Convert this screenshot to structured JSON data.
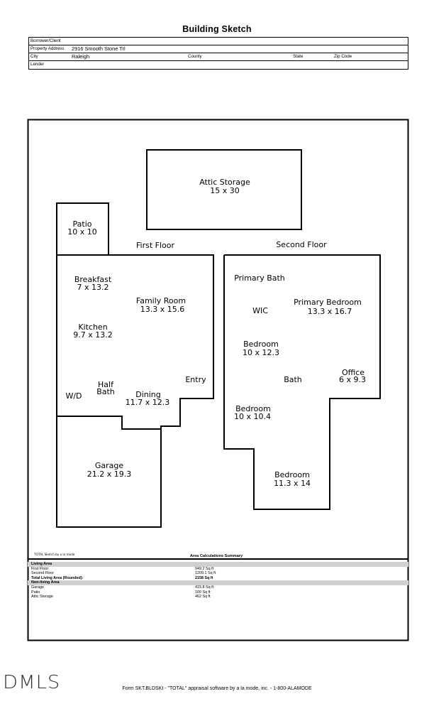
{
  "title": "Building Sketch",
  "header": {
    "borrower_label": "Borrower/Client",
    "borrower_value": "",
    "address_label": "Property Address",
    "address_value": "2916 Smooth Stone Trl",
    "city_label": "City",
    "city_value": "Raleigh",
    "county_label": "County",
    "state_label": "State",
    "zip_label": "Zip Code",
    "lender_label": "Lender"
  },
  "sketch": {
    "floor_labels": {
      "first": "First Floor",
      "second": "Second Floor"
    },
    "rooms": {
      "attic_name": "Attic Storage",
      "attic_dims": "15 x 30",
      "patio_name": "Patio",
      "patio_dims": "10 x 10",
      "breakfast_name": "Breakfast",
      "breakfast_dims": "7 x 13.2",
      "family_name": "Family Room",
      "family_dims": "13.3 x 15.6",
      "kitchen_name": "Kitchen",
      "kitchen_dims": "9.7 x 13.2",
      "half_bath_1": "Half",
      "half_bath_2": "Bath",
      "wd": "W/D",
      "dining_name": "Dining",
      "dining_dims": "11.7 x 12.3",
      "entry": "Entry",
      "garage_name": "Garage",
      "garage_dims": "21.2 x 19.3",
      "primary_bath": "Primary Bath",
      "wic": "WIC",
      "primary_bed_name": "Primary Bedroom",
      "primary_bed_dims": "13.3 x 16.7",
      "bed1_name": "Bedroom",
      "bed1_dims": "10 x 12.3",
      "bath": "Bath",
      "office_name": "Office",
      "office_dims": "6 x 9.3",
      "bed2_name": "Bedroom",
      "bed2_dims": "10 x 10.4",
      "bed3_name": "Bedroom",
      "bed3_dims": "11.3 x 14"
    },
    "credit": "TOTAL Sketch by a la mode"
  },
  "summary": {
    "title": "Area Calculations Summary",
    "living_header": "Living Area",
    "living": [
      {
        "label": "First Floor",
        "value": "949.2 Sq ft"
      },
      {
        "label": "Second Floor",
        "value": "1209.1 Sq ft"
      }
    ],
    "total_label": "Total Living Area (Rounded):",
    "total_value": "2158 Sq ft",
    "nonliving_header": "Non-living Area",
    "nonliving": [
      {
        "label": "Garage",
        "value": "415.8 Sq ft"
      },
      {
        "label": "Patio",
        "value": "100 Sq ft"
      },
      {
        "label": "Attic Storage",
        "value": "462 Sq ft"
      }
    ]
  },
  "logo": "DMLS",
  "footer": "Form SKT.BLDSKI - \"TOTAL\" appraisal software by a la mode, inc. - 1-800-ALAMODE"
}
